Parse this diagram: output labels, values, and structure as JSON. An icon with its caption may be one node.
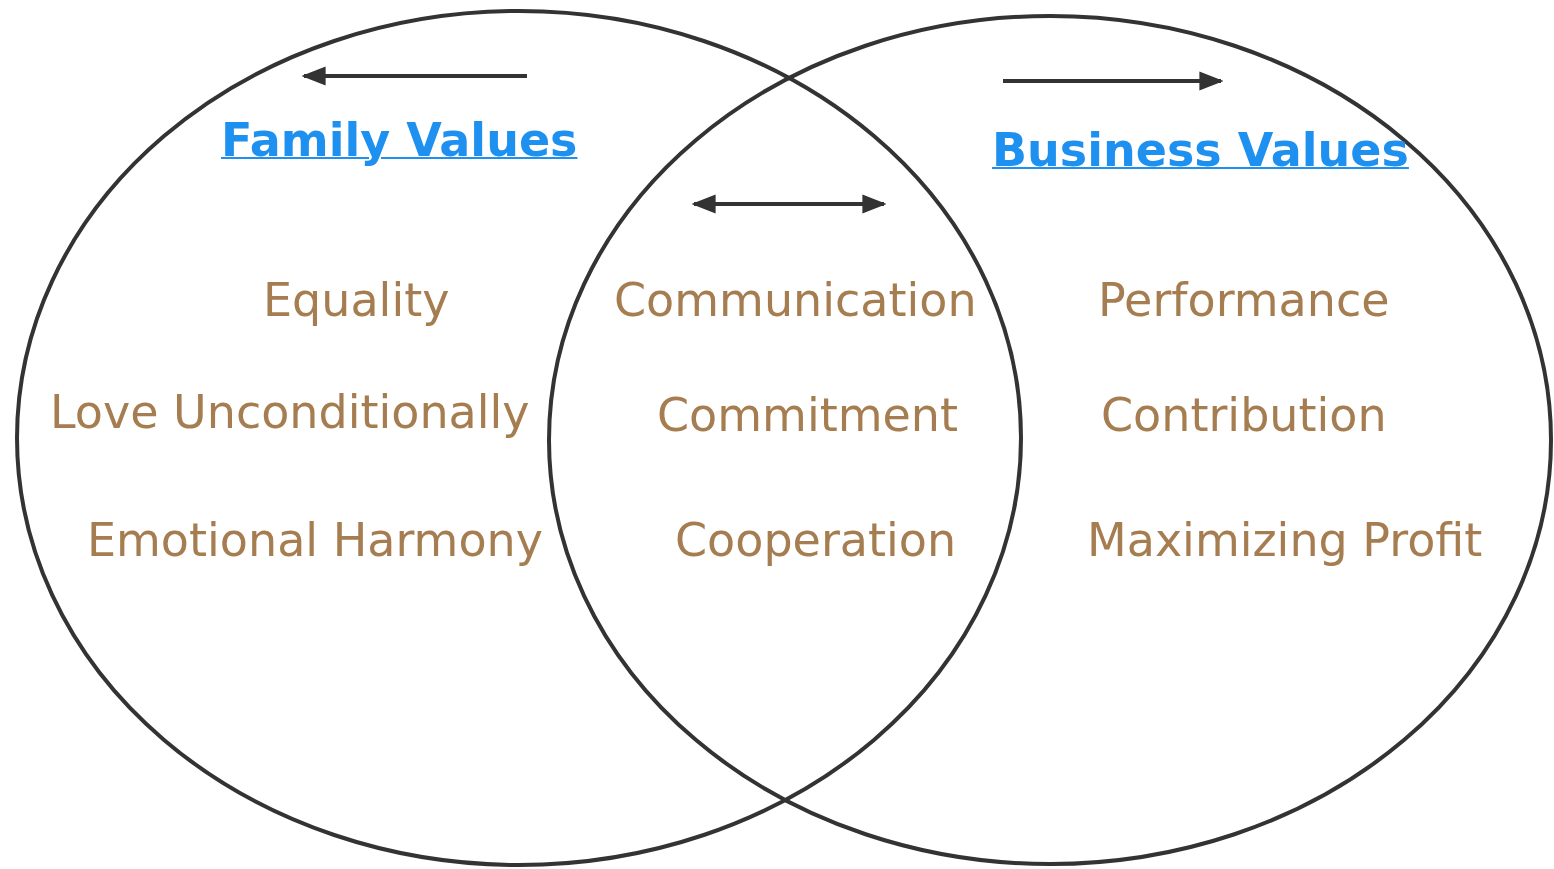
{
  "diagram": {
    "nodes": [
      {
        "text": [
          "Family Values",
          "Equality",
          "Love Unconditionally",
          "Emotional Harmony"
        ]
      },
      {
        "text": [
          "Business Values",
          "Performance",
          "Contribution",
          "Maximizing Profit"
        ]
      }
    ],
    "edges": [],
    "labels": [
      "Communication",
      "Commitment",
      "Cooperation"
    ]
  }
}
